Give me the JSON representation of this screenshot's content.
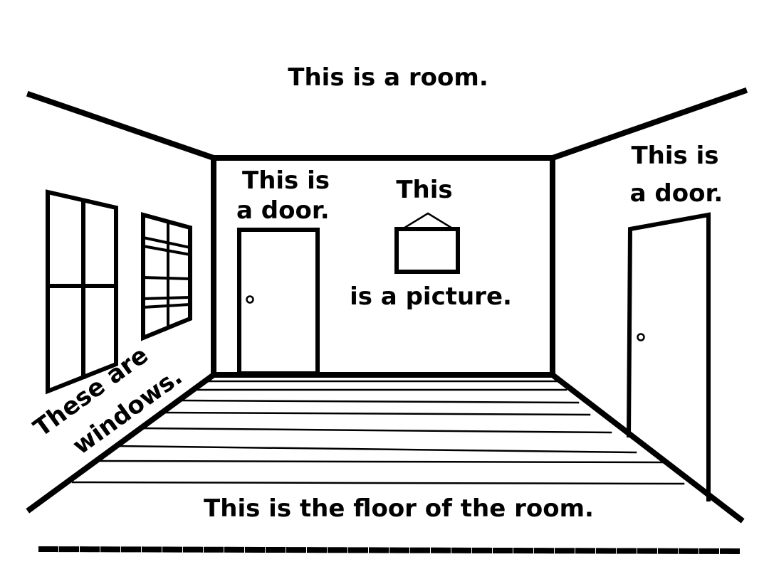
{
  "labels": {
    "title": "This is a room.",
    "center_door_line1": "This is",
    "center_door_line2": "a door.",
    "picture_top": "This",
    "picture_bottom": "is a picture.",
    "right_door_line1": "This is",
    "right_door_line2": "a door.",
    "windows_line1": "These are",
    "windows_line2": "windows.",
    "floor": "This is the  floor of the room."
  },
  "colors": {
    "ink": "#000000",
    "paper": "#ffffff"
  }
}
